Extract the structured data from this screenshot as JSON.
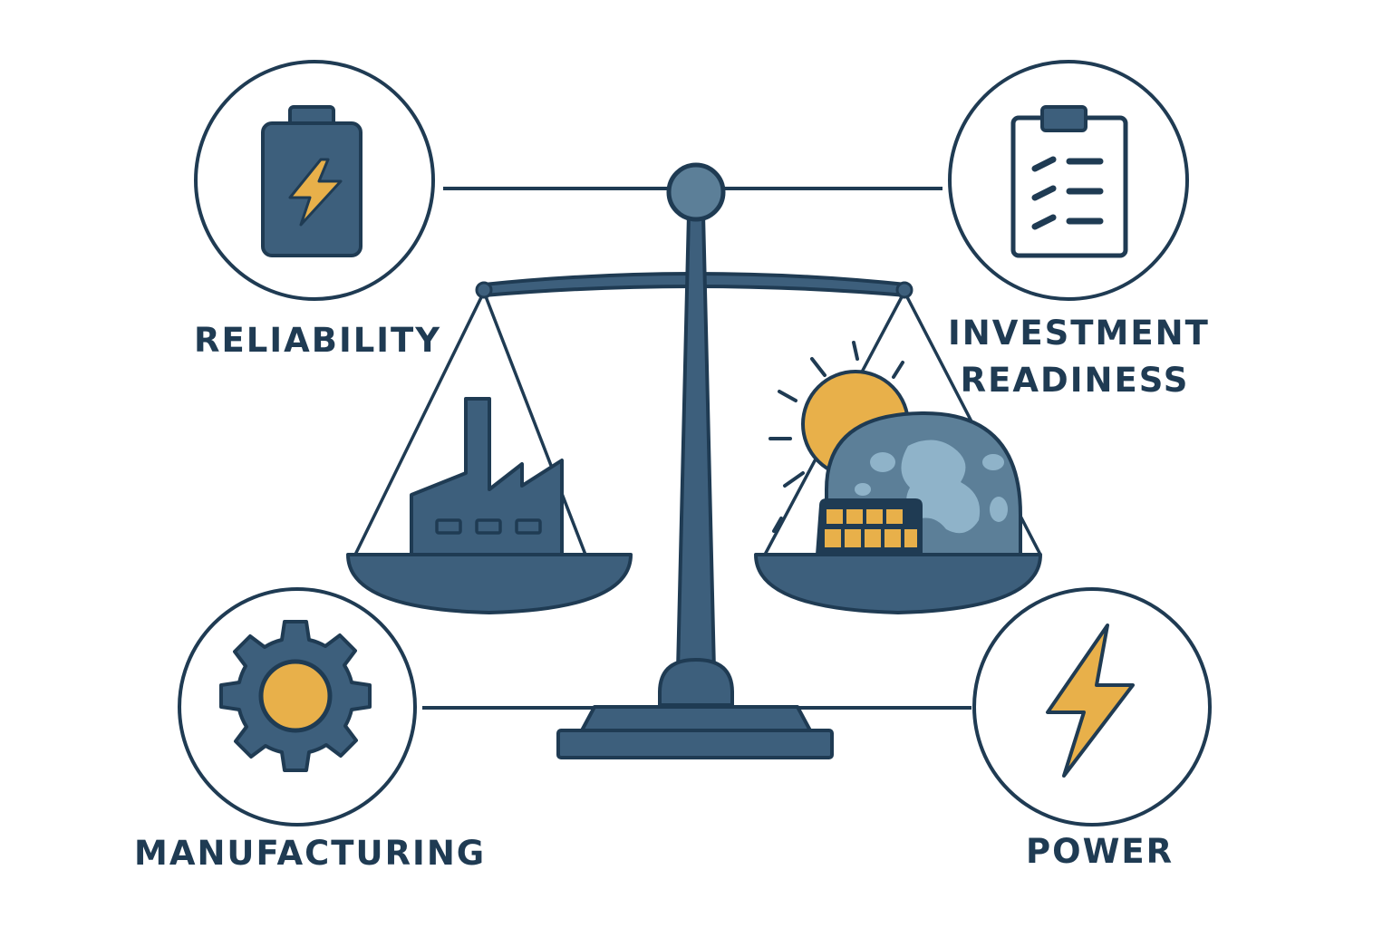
{
  "labels": {
    "reliability": "RELIABILITY",
    "investment_readiness": [
      "INVESTMENT",
      "READINESS"
    ],
    "manufacturing": "MANUFACTURING",
    "power": "POWER"
  },
  "icons": {
    "top_left": "battery-icon",
    "top_right": "clipboard-icon",
    "bottom_left": "gear-icon",
    "bottom_right": "lightning-icon",
    "left_pan": "factory-icon",
    "right_pan": "solar-globe-icon",
    "center": "balance-scale-icon"
  },
  "colors": {
    "outline": "#1f3b53",
    "fill": "#3d5f7c",
    "accent": "#e8b04a",
    "globe_light": "#8fb3c9",
    "background": "#ffffff"
  }
}
